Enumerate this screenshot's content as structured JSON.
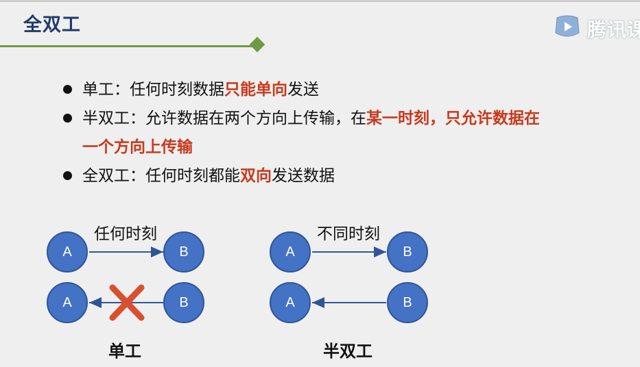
{
  "header": {
    "title": "全双工"
  },
  "logo": {
    "text": "腾讯课堂",
    "visible_text": "腾讯课"
  },
  "bullets": [
    {
      "parts": [
        "单工：任何时刻数据",
        "只能单向",
        "发送"
      ]
    },
    {
      "parts": [
        "半双工：允许数据在两个方向上传输，在",
        "某一时刻，只允许数据在",
        "一个方向上传输"
      ]
    },
    {
      "parts": [
        "全双工：任何时刻都能",
        "双向",
        "发送数据"
      ]
    }
  ],
  "diagram": {
    "simplex": {
      "label": "任何时刻",
      "node_a": "A",
      "node_b": "B",
      "caption": "单工"
    },
    "half_duplex": {
      "label": "不同时刻",
      "node_a": "A",
      "node_b": "B",
      "caption": "半双工"
    }
  },
  "colors": {
    "title": "#1f3a6b",
    "accent_green": "#6f9a43",
    "highlight_red": "#c8391c",
    "node_blue": "#4472c4",
    "cross_red": "#d9502e"
  }
}
